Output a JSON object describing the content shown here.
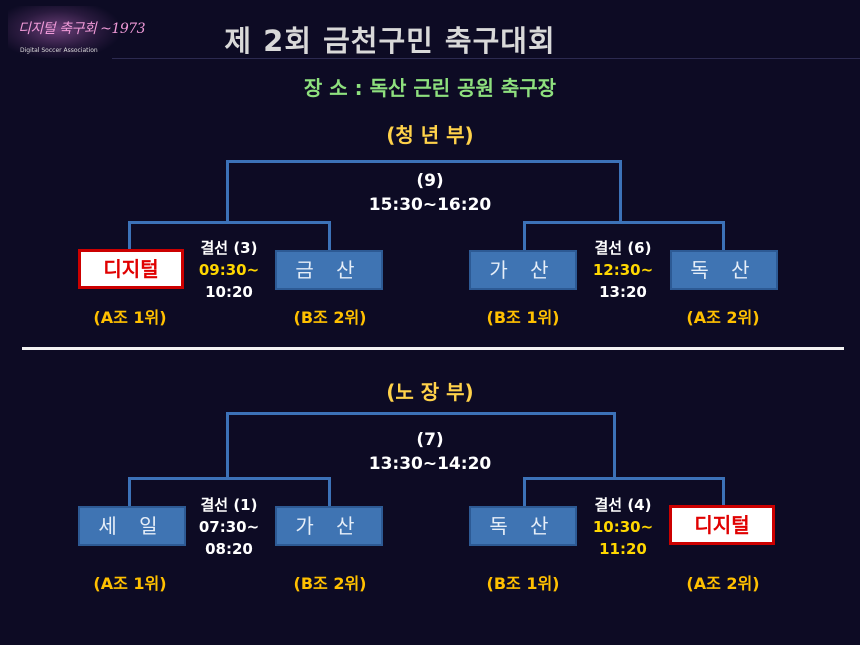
{
  "logo": {
    "text": "디지털 축구회 ~1973",
    "subtext": "Digital Soccer Association"
  },
  "title": "제 2회 금천구민 축구대회",
  "venue": "장 소 : 독산 근린 공원 축구장",
  "youth": {
    "division": "(청 년 부)",
    "final": {
      "number": "(9)",
      "time": "15:30~16:20"
    },
    "left": {
      "match": {
        "label": "결선 (3)",
        "time1": "09:30~",
        "time2": "10:20"
      },
      "team1": {
        "name": "디지털",
        "rank": "(A조 1위)"
      },
      "team2": {
        "name": "금 산",
        "rank": "(B조 2위)"
      }
    },
    "right": {
      "match": {
        "label": "결선 (6)",
        "time1": "12:30~",
        "time2": "13:20"
      },
      "team1": {
        "name": "가 산",
        "rank": "(B조 1위)"
      },
      "team2": {
        "name": "독 산",
        "rank": "(A조 2위)"
      }
    }
  },
  "senior": {
    "division": "(노 장 부)",
    "final": {
      "number": "(7)",
      "time": "13:30~14:20"
    },
    "left": {
      "match": {
        "label": "결선 (1)",
        "time1": "07:30~",
        "time2": "08:20"
      },
      "team1": {
        "name": "세 일",
        "rank": "(A조 1위)"
      },
      "team2": {
        "name": "가 산",
        "rank": "(B조 2위)"
      }
    },
    "right": {
      "match": {
        "label": "결선 (4)",
        "time1": "10:30~",
        "time2": "11:20"
      },
      "team1": {
        "name": "독 산",
        "rank": "(B조 1위)"
      },
      "team2": {
        "name": "디지털",
        "rank": "(A조 2위)"
      }
    }
  },
  "colors": {
    "background": "#0d0b24",
    "team_box": "#3f74b3",
    "highlight_red": "#e00000",
    "rank_gold": "#ffc000",
    "venue_green": "#8ee07e",
    "line_blue": "#3c72b8"
  }
}
